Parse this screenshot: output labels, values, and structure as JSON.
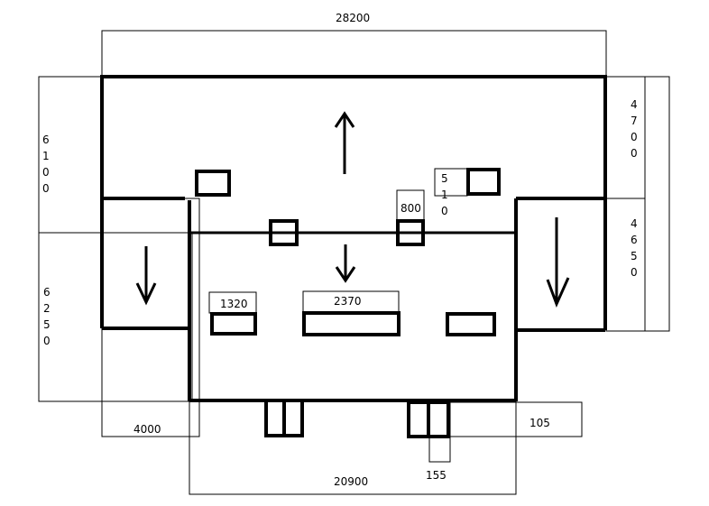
{
  "diagram": {
    "dimensions": {
      "overall_width": "28200",
      "left_upper_height": [
        "6",
        "1",
        "0",
        "0"
      ],
      "left_lower_height": [
        "6",
        "2",
        "5",
        "0"
      ],
      "right_upper_height": [
        "4",
        "7",
        "0",
        "0"
      ],
      "right_lower_height": [
        "4",
        "6",
        "5",
        "0"
      ],
      "left_wing_width": "4000",
      "lower_block_width": "20900",
      "door_offset": "105",
      "door_width": "155",
      "window_800": "800",
      "window_510": [
        "5",
        "1",
        "0"
      ],
      "window_1320": "1320",
      "window_2370": "2370"
    },
    "arrows": {
      "upper_main": "up",
      "lower_main": "down",
      "left_wing": "down",
      "right_wing": "down"
    }
  }
}
